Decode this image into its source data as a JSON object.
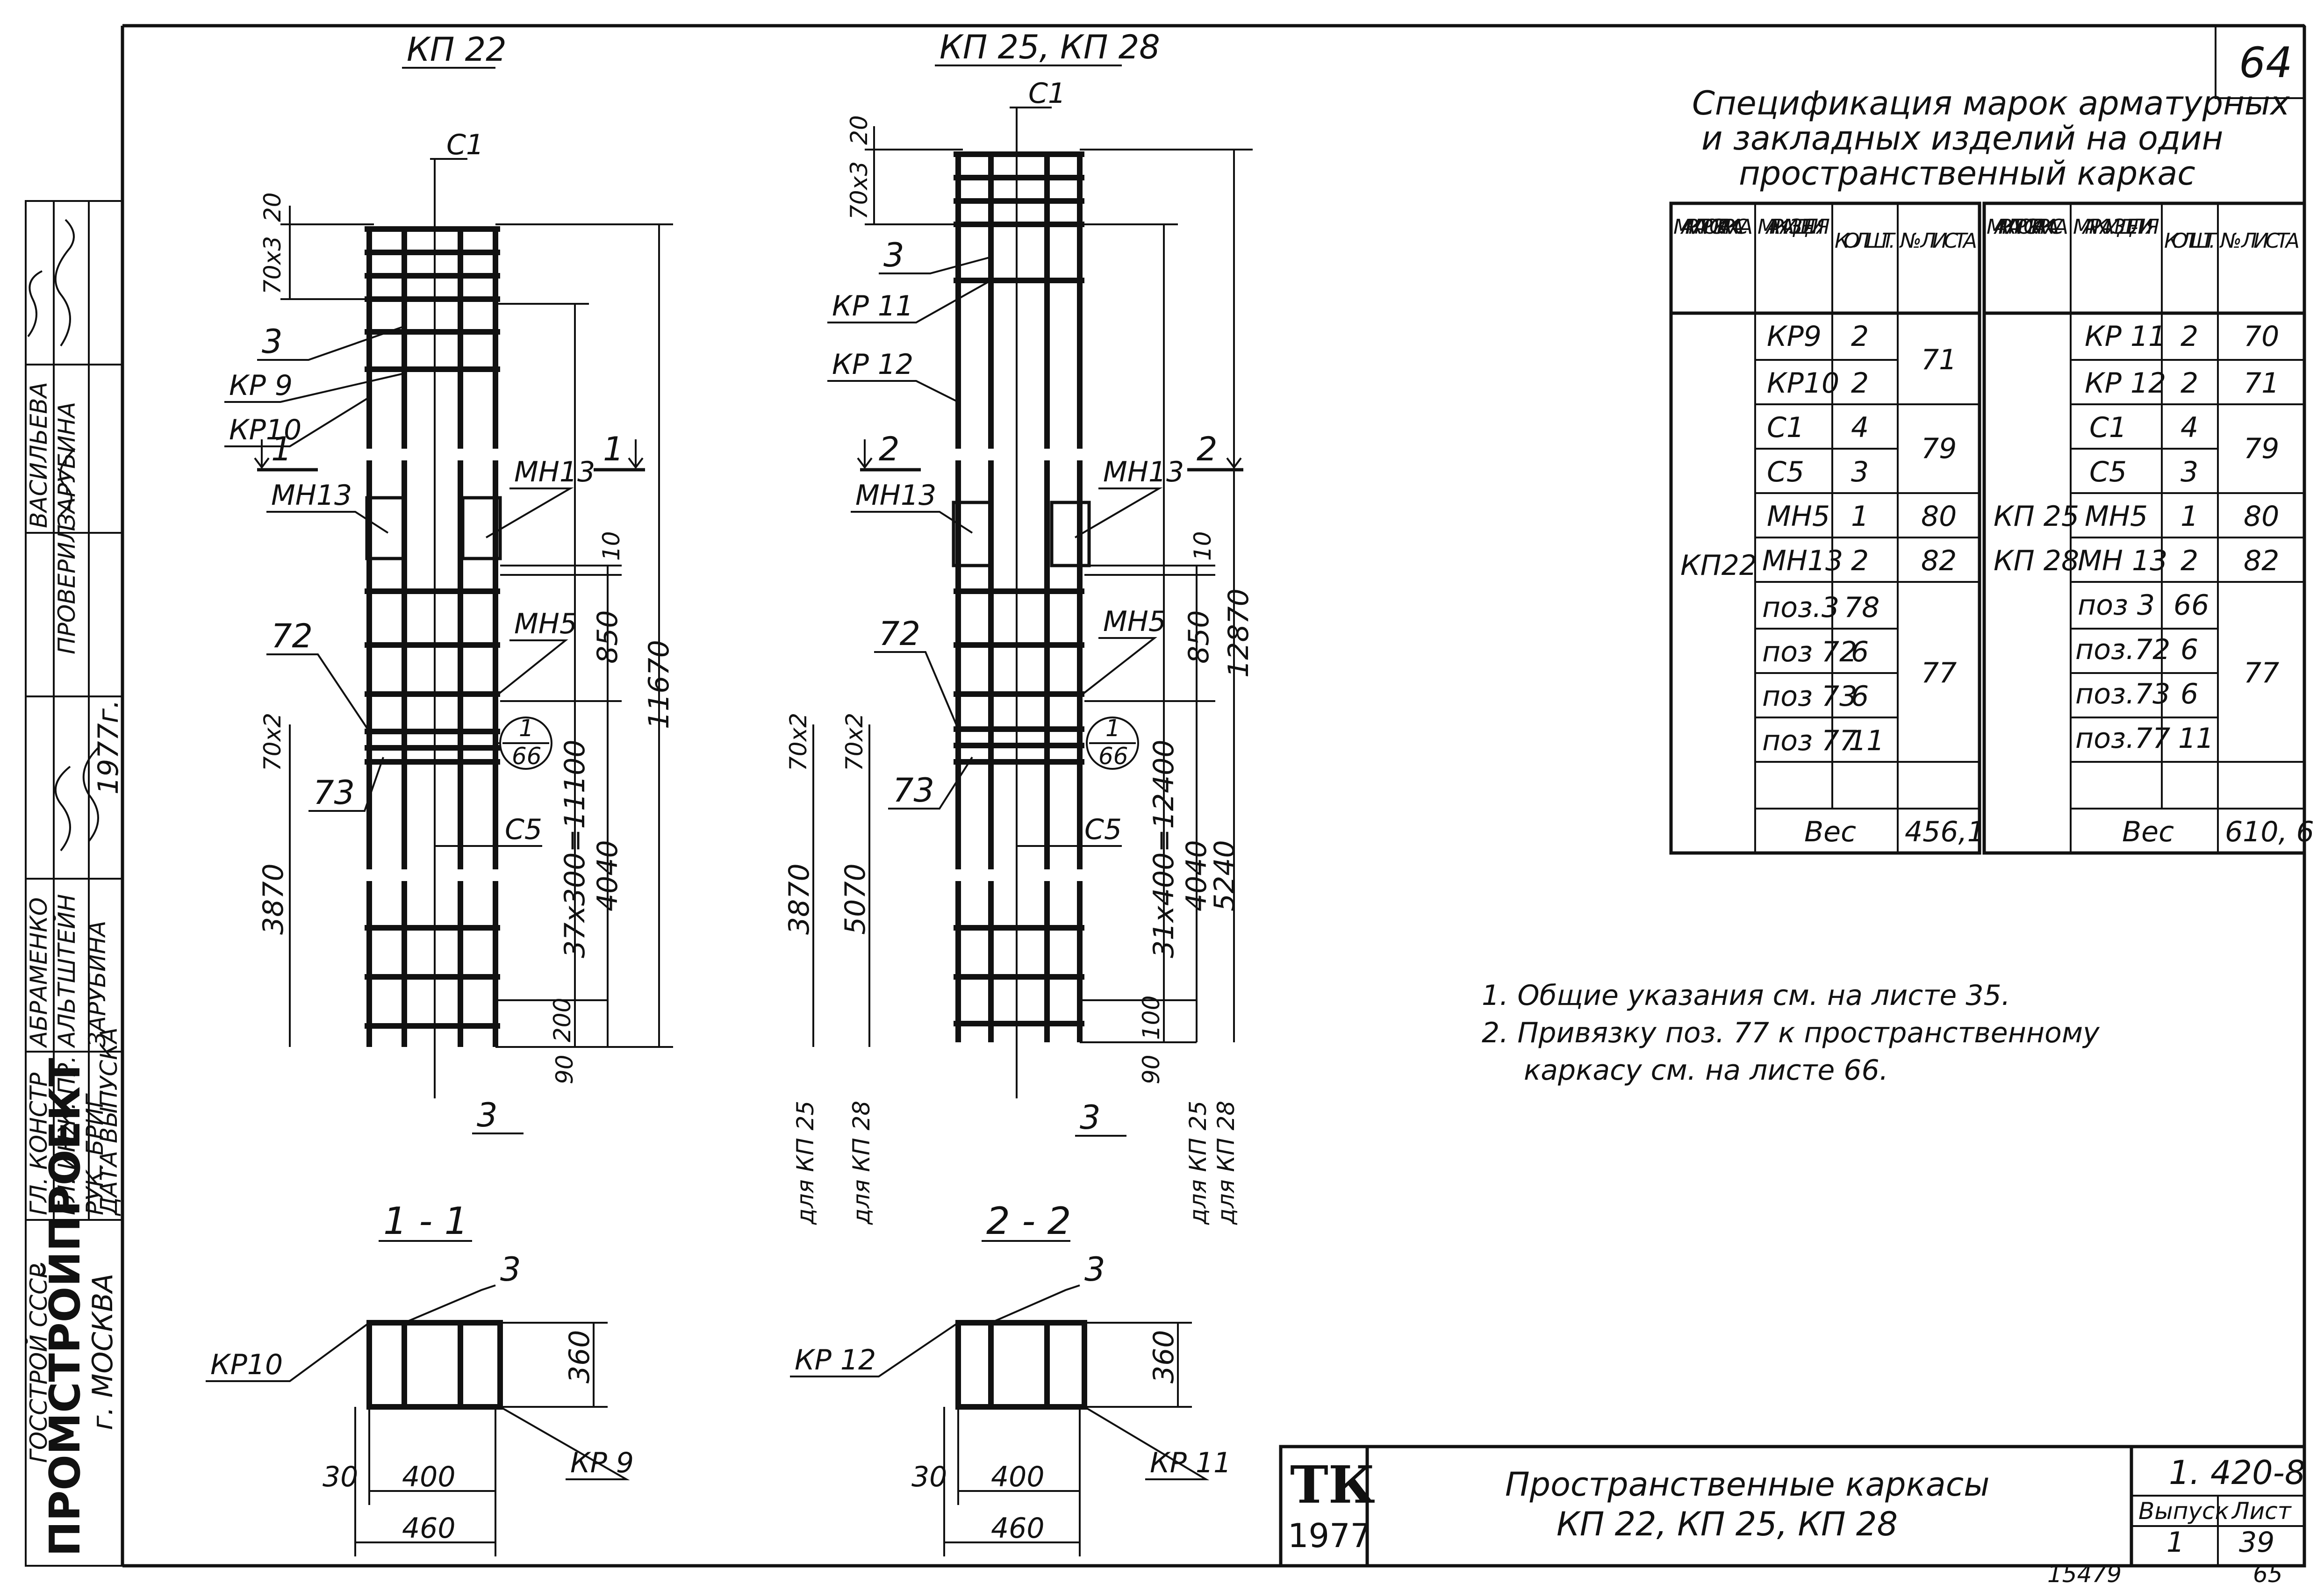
{
  "sheet_number": "64",
  "left_column": {
    "role_labels": [
      "ГЛ. КОНСТР",
      "ГЛ. ИНЖ. ПР.",
      "РУК. БРИГ.",
      "ДАТА ВЫПУСКА"
    ],
    "names": [
      "АБРАМЕНКО",
      "АЛЬТШТЕЙН",
      "ЗАРУБИНА"
    ],
    "checked_label": "ПРОВЕРИЛ",
    "checked_names": [
      "ВАСИЛЬЕВА",
      "ЗАРУБИНА"
    ],
    "year_mark": "1977г.",
    "org_small": "ГОССТРОЙ СССР",
    "org": "ПРОМСТРОЙПРОЕКТ",
    "city": "г. МОСКВА"
  },
  "frames": {
    "kp22": {
      "title": "КП 22",
      "c1": "С1",
      "c5": "С5",
      "top_dim": "70х3",
      "top_small": "20",
      "labels": [
        "3",
        "КР 9",
        "КР10",
        "МН13",
        "МН13",
        "МН5",
        "72",
        "73",
        "3"
      ],
      "section_mark_left": "1",
      "section_mark_right": "1",
      "callout_top": "1",
      "callout_bottom": "66",
      "dims": {
        "d70x2": "70х2",
        "d3870": "3870",
        "d90": "90",
        "d200": "200",
        "d10": "10",
        "d850": "850",
        "d4040": "4040",
        "d37x300": "37х300=11100",
        "d11670": "11670"
      }
    },
    "kp25": {
      "title": "КП 25, КП 28",
      "c1": "С1",
      "c5": "С5",
      "top_dim": "70х3",
      "top_small": "20",
      "labels": [
        "3",
        "КР 11",
        "КР 12",
        "МН13",
        "МН13",
        "МН5",
        "72",
        "73",
        "3"
      ],
      "section_mark_left": "2",
      "section_mark_right": "2",
      "callout_top": "1",
      "callout_bottom": "66",
      "dims": {
        "d70x2a": "70х2",
        "d70x2b": "70х2",
        "d3870": "3870",
        "d5070": "5070",
        "d90": "90",
        "d100": "100",
        "d10": "10",
        "d850": "850",
        "d4040": "4040",
        "d5240": "5240",
        "d31x400": "31х400=12400",
        "d12870": "12870"
      },
      "for_labels": [
        "для КП 25",
        "для КП 28",
        "для КП 25",
        "для КП 28"
      ]
    }
  },
  "sections": {
    "s11": {
      "title": "1 - 1",
      "bar": "3",
      "left": "КР10",
      "right": "КР 9",
      "h": "360",
      "w400": "400",
      "w30": "30",
      "w460": "460"
    },
    "s22": {
      "title": "2 - 2",
      "bar": "3",
      "left": "КР 12",
      "right": "КР 11",
      "h": "360",
      "w400": "400",
      "w30": "30",
      "w460": "460"
    }
  },
  "spec": {
    "title_lines": [
      "Спецификация марок арматурных",
      "и закладных изделий на один",
      "пространственный каркас"
    ],
    "headers": [
      "МАРКА ПРОСТР. КАРКАСА",
      "МАРКА ИЗДЕ-ЛИЯ",
      "КОЛ. ШТ.",
      "№ ЛИСТА"
    ],
    "left": {
      "frame": "КП22",
      "rows": [
        {
          "mark": "КР9",
          "qty": "2"
        },
        {
          "mark": "КР10",
          "qty": "2"
        },
        {
          "mark": "С1",
          "qty": "4"
        },
        {
          "mark": "С5",
          "qty": "3"
        },
        {
          "mark": "МН5",
          "qty": "1"
        },
        {
          "mark": "МН13",
          "qty": "2"
        },
        {
          "mark": "поз.3",
          "qty": "78"
        },
        {
          "mark": "поз 72",
          "qty": "6"
        },
        {
          "mark": "поз 73",
          "qty": "6"
        },
        {
          "mark": "поз 77",
          "qty": "11"
        }
      ],
      "sheets": [
        "71",
        "79",
        "80",
        "82",
        "77"
      ],
      "weight_label": "Вес",
      "weight": "456,1"
    },
    "right": {
      "frames": [
        "КП 25",
        "КП 28"
      ],
      "rows": [
        {
          "mark": "КР 11",
          "qty": "2",
          "sheet": "70"
        },
        {
          "mark": "КР 12",
          "qty": "2",
          "sheet": "71"
        },
        {
          "mark": "С1",
          "qty": "4"
        },
        {
          "mark": "С5",
          "qty": "3"
        },
        {
          "mark": "МН5",
          "qty": "1"
        },
        {
          "mark": "МН 13",
          "qty": "2"
        },
        {
          "mark": "поз 3",
          "qty": "66"
        },
        {
          "mark": "поз.72",
          "qty": "6"
        },
        {
          "mark": "поз.73",
          "qty": "6"
        },
        {
          "mark": "поз.77",
          "qty": "11"
        }
      ],
      "sheets": [
        "79",
        "80",
        "82",
        "77"
      ],
      "weight_label": "Вес",
      "weight": "610, 6"
    }
  },
  "notes": [
    "1.  Общие   указания   см. на листе 35.",
    "2.  Привязку  поз. 77  к  пространственному",
    "каркасу  см.  на  листе  66."
  ],
  "titleblock": {
    "logo": "ТК",
    "year": "1977",
    "title": "Пространственные   каркасы",
    "subtitle": "КП 22,   КП 25,   КП 28",
    "code": "1. 420-8",
    "issue_label": "Выпуск",
    "issue": "1",
    "sheet_label": "Лист",
    "sheet": "39"
  },
  "footer": {
    "left": "15479",
    "right": "65"
  }
}
